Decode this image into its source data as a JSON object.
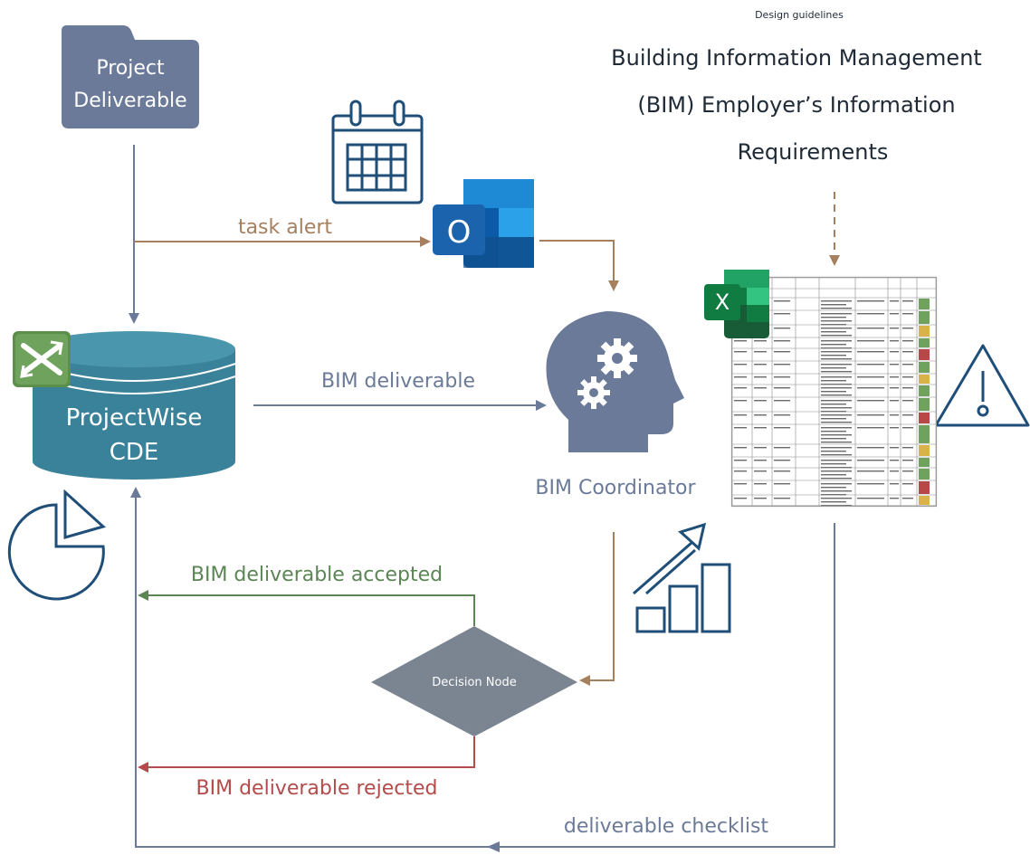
{
  "header": {
    "kicker": "Design guidelines",
    "title_lines": [
      "Building Information Management",
      "(BIM) Employer’s Information",
      "Requirements"
    ]
  },
  "nodes": {
    "project_deliverable": {
      "lines": [
        "Project",
        "Deliverable"
      ]
    },
    "cde": {
      "lines": [
        "ProjectWise",
        "CDE"
      ]
    },
    "coordinator": {
      "label": "BIM Coordinator"
    },
    "decision": {
      "label": "Decision Node"
    },
    "outlook": {
      "letter": "O"
    },
    "excel": {
      "letter": "X"
    }
  },
  "edges": {
    "task_alert": "task alert",
    "bim_deliverable": "BIM deliverable",
    "accepted": "BIM deliverable accepted",
    "rejected": "BIM deliverable rejected",
    "checklist": "deliverable checklist"
  },
  "colors": {
    "slate": "#6b7a98",
    "teal": "#3a8299",
    "brown": "#a57f5e",
    "green": "#5c8555",
    "red": "#b34b4b",
    "navy": "#1f4e79",
    "decision_gray": "#7b8592",
    "outlook_blue": "#1d6db5",
    "excel_green": "#1f7244"
  },
  "icons": [
    "calendar-icon",
    "outlook-icon",
    "excel-icon",
    "projectwise-icon",
    "pie-chart-icon",
    "growth-chart-icon",
    "warning-icon",
    "head-gears-icon",
    "folder-icon"
  ]
}
